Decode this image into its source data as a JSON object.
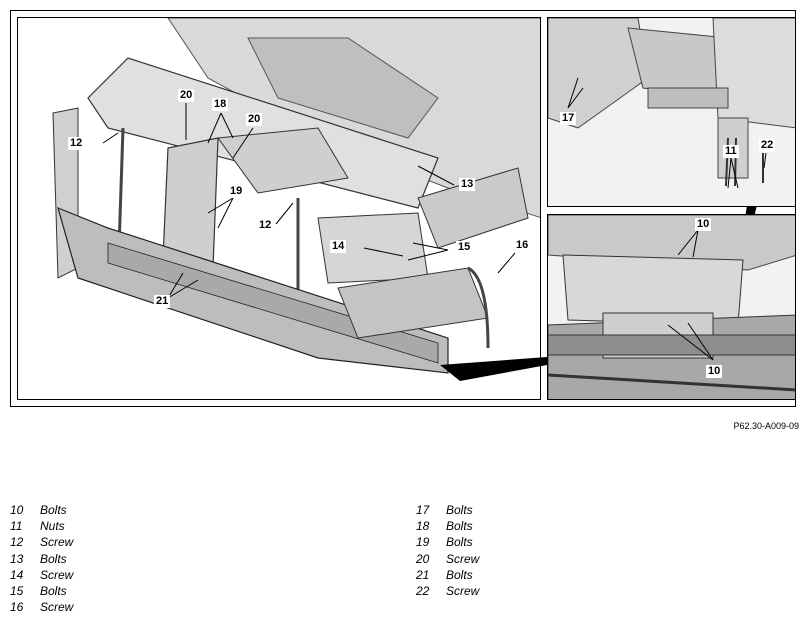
{
  "drawing_code": "P62.30-A009-09",
  "callouts": {
    "c10a": "10",
    "c10b": "10",
    "c11": "11",
    "c12a": "12",
    "c12b": "12",
    "c13": "13",
    "c14": "14",
    "c15": "15",
    "c16": "16",
    "c17": "17",
    "c18": "18",
    "c19": "19",
    "c20a": "20",
    "c20b": "20",
    "c21": "21",
    "c22": "22"
  },
  "legend": {
    "left": [
      {
        "num": "10",
        "label": "Bolts"
      },
      {
        "num": "11",
        "label": "Nuts"
      },
      {
        "num": "12",
        "label": "Screw"
      },
      {
        "num": "13",
        "label": "Bolts"
      },
      {
        "num": "14",
        "label": "Screw"
      },
      {
        "num": "15",
        "label": "Bolts"
      },
      {
        "num": "16",
        "label": "Screw"
      }
    ],
    "right": [
      {
        "num": "17",
        "label": "Bolts"
      },
      {
        "num": "18",
        "label": "Bolts"
      },
      {
        "num": "19",
        "label": "Bolts"
      },
      {
        "num": "20",
        "label": "Screw"
      },
      {
        "num": "21",
        "label": "Bolts"
      },
      {
        "num": "22",
        "label": "Screw"
      }
    ]
  }
}
